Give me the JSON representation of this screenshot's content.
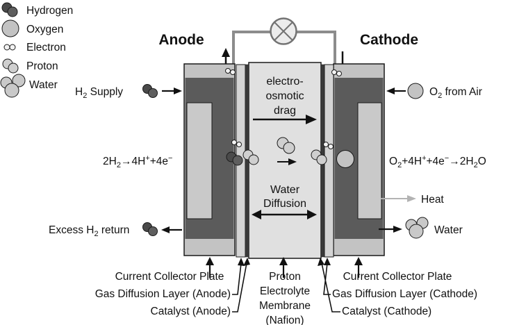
{
  "legend": {
    "hydrogen": "Hydrogen",
    "oxygen": "Oxygen",
    "electron": "Electron",
    "proton": "Proton",
    "water": "Water"
  },
  "electrodes": {
    "anode": "Anode",
    "cathode": "Cathode"
  },
  "membrane_text": {
    "electro_osmotic": [
      "electro-",
      "osmotic",
      "drag"
    ],
    "water_diffusion": [
      "Water",
      "Diffusion"
    ]
  },
  "left": {
    "h2_supply": [
      {
        "t": "H"
      },
      {
        "t": "2",
        "s": "sub"
      },
      {
        "t": " Supply"
      }
    ],
    "reaction": [
      {
        "t": "2H"
      },
      {
        "t": "2",
        "s": "sub"
      },
      {
        "t": "→4H"
      },
      {
        "t": "+",
        "s": "sup"
      },
      {
        "t": "+4e"
      },
      {
        "t": "−",
        "s": "sup"
      }
    ],
    "excess_return": [
      {
        "t": "Excess H"
      },
      {
        "t": "2",
        "s": "sub"
      },
      {
        "t": " return"
      }
    ]
  },
  "right": {
    "o2_from_air": [
      {
        "t": "O"
      },
      {
        "t": "2",
        "s": "sub"
      },
      {
        "t": " from Air"
      }
    ],
    "reaction": [
      {
        "t": "O"
      },
      {
        "t": "2",
        "s": "sub"
      },
      {
        "t": "+4H"
      },
      {
        "t": "+",
        "s": "sup"
      },
      {
        "t": "+4e"
      },
      {
        "t": "−",
        "s": "sup"
      },
      {
        "t": "→2H"
      },
      {
        "t": "2",
        "s": "sub"
      },
      {
        "t": "O"
      }
    ],
    "heat": "Heat",
    "water": "Water"
  },
  "bottom": {
    "ccp_left": "Current Collector Plate",
    "gdl_anode": "Gas Diffusion Layer (Anode)",
    "catalyst_anode": "Catalyst (Anode)",
    "membrane_lines": [
      "Proton",
      "Electrolyte",
      "Membrane",
      "(Nafion)"
    ],
    "ccp_right": "Current Collector Plate",
    "gdl_cathode": "Gas Diffusion Layer (Cathode)",
    "catalyst_cathode": "Catalyst (Cathode)"
  },
  "colors": {
    "plate": "#c3c3c3",
    "flow_field": "#5b5b5b",
    "channel": "#c9c9c9",
    "gdl": "#d4d4d4",
    "catalyst": "#3a3a3a",
    "membrane": "#e0e0e0",
    "wire": "#8c8c8c",
    "lamp_fill": "#ececec",
    "lamp_stroke": "#737373",
    "heat_arrow": "#b3b3b3",
    "hydrogen": "#4a4a4a",
    "hydrogen2": "#5e5e5e",
    "oxygen": "#c3c3c3",
    "proton": "#cfcfcf",
    "water": "#c9c9c9",
    "electron": "#f2f2f2"
  }
}
